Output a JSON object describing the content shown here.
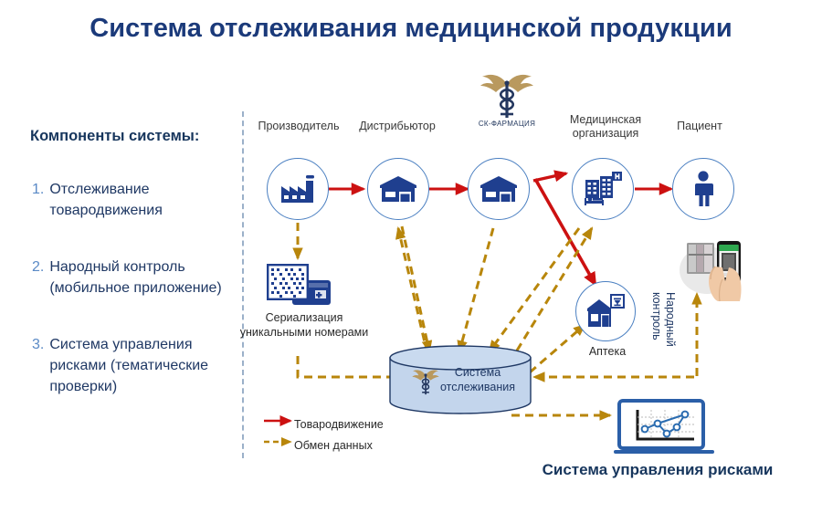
{
  "title": "Система отслеживания медицинской продукции",
  "panel": {
    "heading": "Компоненты системы:",
    "items": [
      {
        "num": "1.",
        "text": "Отслеживание товародвижения"
      },
      {
        "num": "2.",
        "text": "Народный контроль (мобильное приложение)"
      },
      {
        "num": "3.",
        "text": "Система управления рисками (тематические проверки)"
      }
    ]
  },
  "flow": {
    "nodes": [
      {
        "id": "manufacturer",
        "label": "Производитель",
        "icon": "factory-icon"
      },
      {
        "id": "distributor",
        "label": "Дистрибьютор",
        "icon": "warehouse-icon"
      },
      {
        "id": "sk-pharmacia",
        "label": "СК-ФАРМАЦИЯ",
        "icon": "warehouse-icon"
      },
      {
        "id": "medical-org",
        "label": "Медицинская организация",
        "icon": "hospital-icon"
      },
      {
        "id": "patient",
        "label": "Пациент",
        "icon": "person-icon"
      },
      {
        "id": "pharmacy",
        "label": "Аптека",
        "icon": "pharmacy-icon"
      }
    ]
  },
  "serialization": {
    "caption": "Сериализация уникальными номерами",
    "icon": "datamatrix-code-icon"
  },
  "database": {
    "line1": "Система",
    "line2": "отслеживания",
    "icon": "caduceus-icon"
  },
  "public_control": {
    "label": "Народный контроль",
    "icon": "hand-with-phone-icon"
  },
  "legend": {
    "items": [
      {
        "id": "goods-movement",
        "label": "Товародвижение",
        "style": "solid",
        "color": "#cc1111"
      },
      {
        "id": "data-exchange",
        "label": "Обмен данных",
        "style": "dashed",
        "color": "#b8860b"
      }
    ]
  },
  "risk_system": {
    "caption": "Система управления рисками",
    "icon": "laptop-chart-icon"
  },
  "colors": {
    "title": "#1b3a7a",
    "icon_navy": "#1f3f8f",
    "circle_stroke": "#4a7fc1",
    "flow_red": "#cc1111",
    "data_gold": "#b8860b",
    "db_fill": "#c3d5ec",
    "divider": "#9bb0c9"
  }
}
